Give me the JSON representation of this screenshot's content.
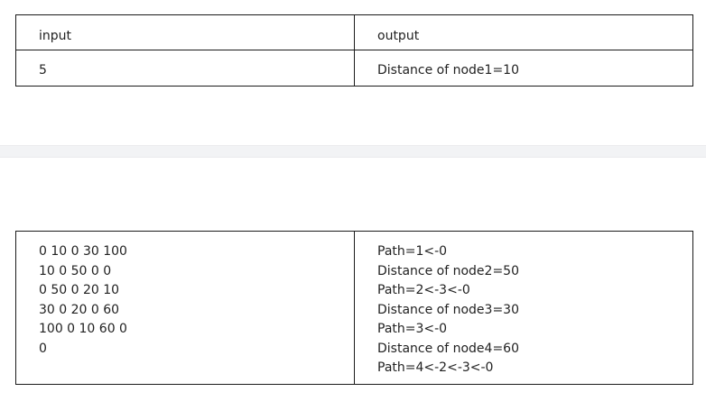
{
  "first_table": {
    "header": {
      "col1": "input",
      "col2": "output"
    },
    "row": {
      "input": "5",
      "output": "Distance of node1=10"
    }
  },
  "second_table": {
    "input_lines": [
      "0 10 0 30 100",
      "10 0 50 0 0",
      "0 50 0 20 10",
      "30 0 20 0 60",
      "100 0 10 60 0",
      "0"
    ],
    "output_lines": [
      "Path=1<-0",
      "Distance of node2=50",
      "Path=2<-3<-0",
      "Distance of node3=30",
      "Path=3<-0",
      "Distance of node4=60",
      "Path=4<-2<-3<-0"
    ]
  }
}
